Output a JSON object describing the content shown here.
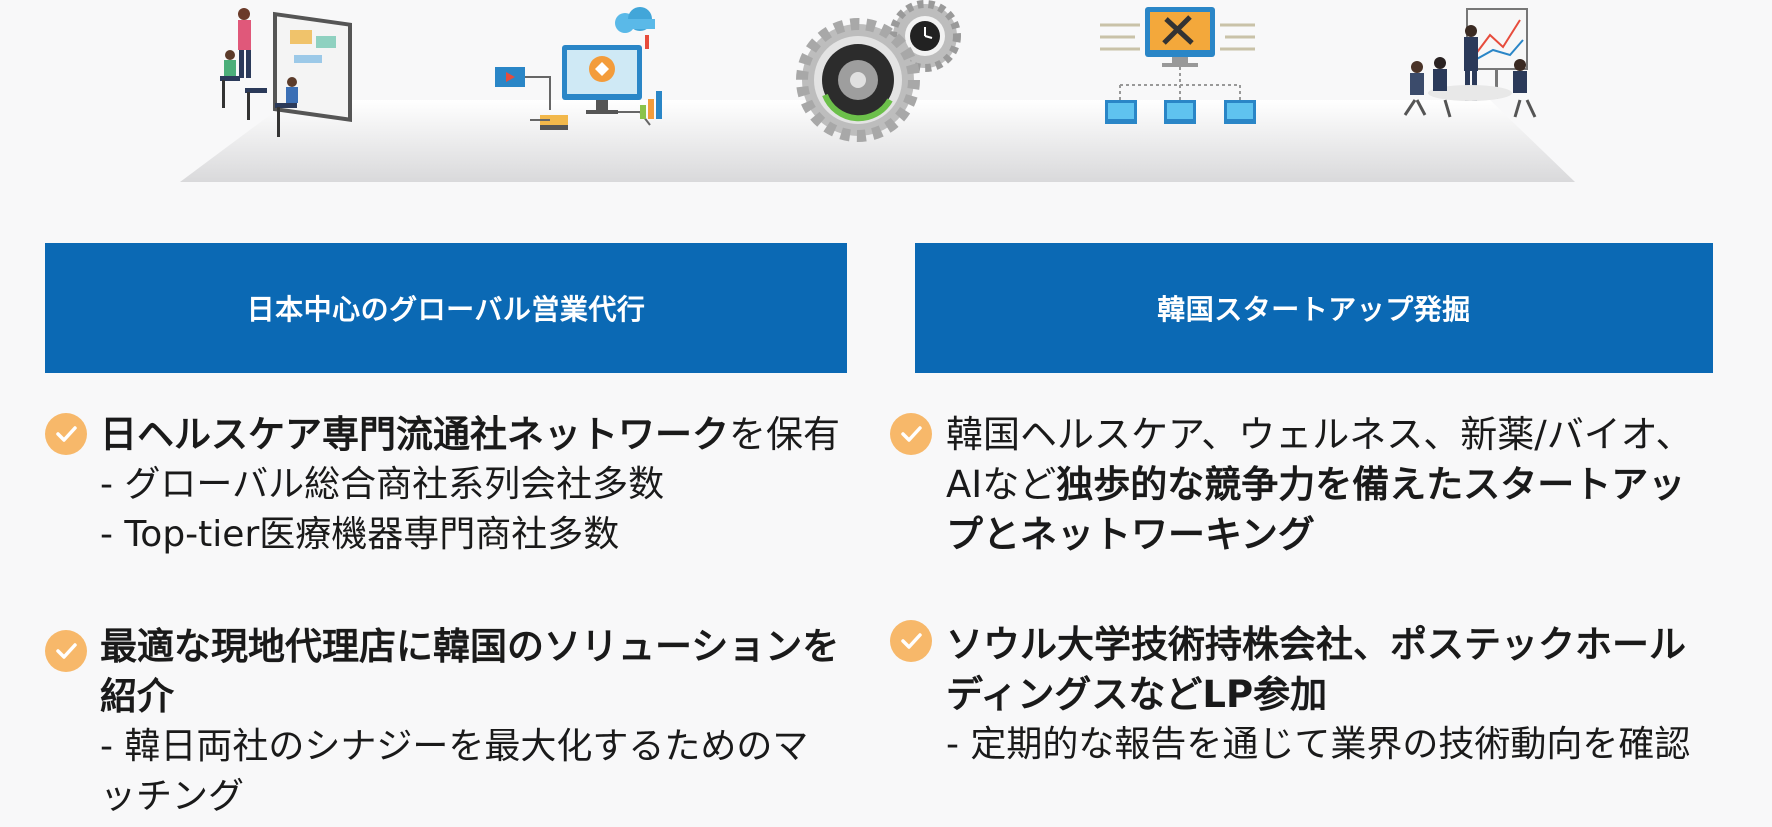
{
  "colors": {
    "header_bg": "#0b69b4",
    "check_bg": "#f7b86a",
    "text": "#1a1a1a"
  },
  "illustrations": [
    {
      "name": "presentation-icon"
    },
    {
      "name": "computer-network-icon"
    },
    {
      "name": "gears-clock-icon"
    },
    {
      "name": "tools-monitors-icon"
    },
    {
      "name": "meeting-icon"
    }
  ],
  "left": {
    "header": "日本中心のグローバル営業代行",
    "item1": {
      "bold": "日ヘルスケア専門流通社ネットワーク",
      "normal": "を保有",
      "sub1": "- グローバル総合商社系列会社多数",
      "sub2": "- Top-tier医療機器専門商社多数"
    },
    "item2": {
      "bold_line1": "最適な現地代理店に韓国のソリューションを",
      "bold_line2": "紹介",
      "sub1": "- 韓日両社のシナジーを最大化するためのマ",
      "sub2": "ッチング"
    }
  },
  "right": {
    "header": "韓国スタートアップ発掘",
    "item1": {
      "line1": "韓国ヘルスケア、ウェルネス、新薬/バイオ、",
      "line2_normal": "AIなど",
      "line2_bold": "独歩的な競争力を備えたスタートアッ",
      "line3_bold": "プとネットワーキング"
    },
    "item2": {
      "bold_line1": "ソウル大学技術持株会社、ポステックホール",
      "bold_line2": "ディングスなどLP参加",
      "sub1": "- 定期的な報告を通じて業界の技術動向を確認"
    }
  }
}
